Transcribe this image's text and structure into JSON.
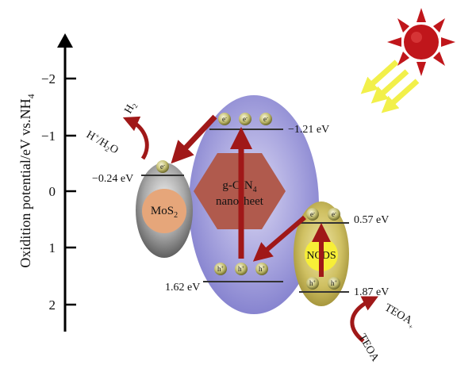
{
  "axis": {
    "label": "Oxidition potential/eV vs.NH",
    "label_sub": "4",
    "ticks": [
      "−2",
      "−1",
      "0",
      "1",
      "2"
    ]
  },
  "levels": {
    "gcn_cb": "−1.21 eV",
    "gcn_vb": "1.62 eV",
    "mos2": "−0.24 eV",
    "ncds_cb": "0.57 eV",
    "ncds_vb": "1.87 eV"
  },
  "components": {
    "mos2": {
      "main": "MoS",
      "sub": "2"
    },
    "gcn": {
      "line1_a": "g-C",
      "line1_sub1": "3",
      "line1_b": "N",
      "line1_sub2": "4",
      "line2": "nanosheet"
    },
    "ncds": "NCDS"
  },
  "reactions": {
    "h2": {
      "main": "H",
      "sub": "2"
    },
    "h_h2o": {
      "a": "H",
      "sup": "+",
      "b": "/H",
      "sub": "2",
      "c": "O"
    },
    "teoa": "TEOA",
    "teoa_ox": "TEOA",
    "teoa_ox_sup": "+"
  },
  "carriers": {
    "electron": "e",
    "electron_sup": "-",
    "hole": "h",
    "hole_sup": "+"
  },
  "colors": {
    "arrow": "#a01818",
    "sun": "#c0161b",
    "light_rays": "#f2f04a",
    "mos2_core": "#e6a67a",
    "gcn_hexagon": "#b05a4d",
    "ncds_core": "#f7ef37"
  }
}
